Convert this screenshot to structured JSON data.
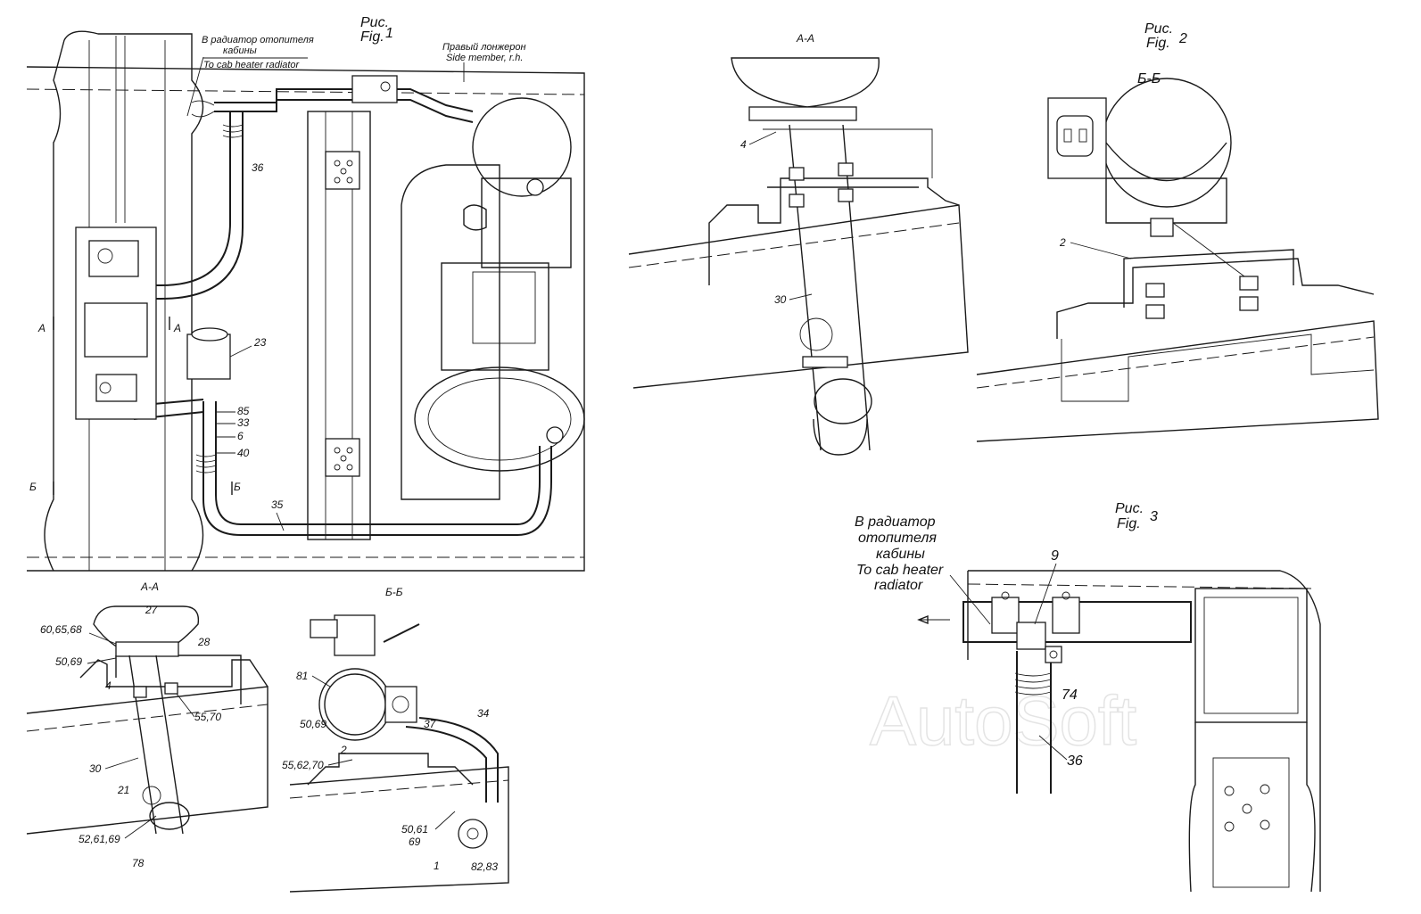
{
  "fig1": {
    "caption_ru": "Рис.",
    "caption_en": "Fig.",
    "number": "1",
    "note_ru_1": "В радиатор отопителя",
    "note_ru_2": "кабины",
    "note_en": "To cab heater radiator",
    "side_ru": "Правый лонжерон",
    "side_en": "Side member, r.h.",
    "section_a": "А",
    "section_b": "Б",
    "callouts": [
      "36",
      "23",
      "85",
      "33",
      "6",
      "40",
      "35"
    ]
  },
  "view_aa_small": {
    "title": "А-А",
    "callouts": [
      "27",
      "60,65,68",
      "28",
      "50,69",
      "4",
      "55,70",
      "30",
      "21",
      "52,61,69",
      "78"
    ]
  },
  "view_bb_small": {
    "title": "Б-Б",
    "callouts": [
      "81",
      "50,69",
      "37",
      "34",
      "2",
      "55,62,70",
      "50,61",
      "69",
      "1",
      "82,83"
    ]
  },
  "fig2": {
    "view_aa_title": "А-А",
    "view_bb_title": "Б-Б",
    "caption_ru": "Рис.",
    "caption_en": "Fig.",
    "number": "2",
    "callouts_aa": [
      "4",
      "30"
    ],
    "callouts_bb": [
      "2"
    ]
  },
  "fig3": {
    "caption_ru": "Рис.",
    "caption_en": "Fig.",
    "number": "3",
    "note_ru_1": "В радиатор",
    "note_ru_2": "отопителя",
    "note_ru_3": "кабины",
    "note_en_1": "To cab heater",
    "note_en_2": "radiator",
    "callouts": [
      "9",
      "74",
      "36"
    ]
  },
  "watermark": "AutoSoft"
}
